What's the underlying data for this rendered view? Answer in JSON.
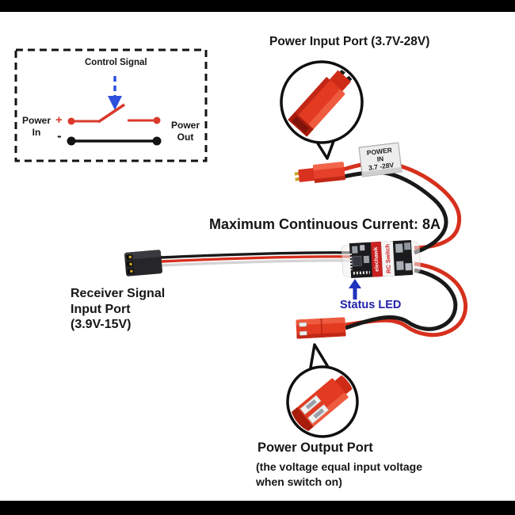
{
  "colors": {
    "wire_red": "#d6301d",
    "wire_black": "#191919",
    "connector_red": "#e23b22",
    "pcb_band_red": "#c92121",
    "status_led_blue": "#2222aa",
    "control_signal_blue": "#2d50dd"
  },
  "header": {
    "power_input_title": "Power Input Port (3.7V-28V)"
  },
  "inset": {
    "control_signal": "Control Signal",
    "power_in": [
      "Power",
      "In"
    ],
    "power_out": [
      "Power",
      "Out"
    ],
    "plus": "+",
    "minus": "-"
  },
  "tag": {
    "line1": "POWER",
    "line2": "IN",
    "line3": "3.7 -28V"
  },
  "pcb": {
    "brand": "elechawk",
    "product": "RC Switch"
  },
  "labels": {
    "max_current": "Maximum Continuous Current: 8A",
    "receiver": [
      "Receiver Signal",
      "Input Port",
      "(3.9V-15V)"
    ],
    "status_led": "Status LED",
    "power_output_title": "Power Output Port",
    "power_output_note": [
      "(the voltage equal input voltage",
      "when switch on)"
    ]
  }
}
